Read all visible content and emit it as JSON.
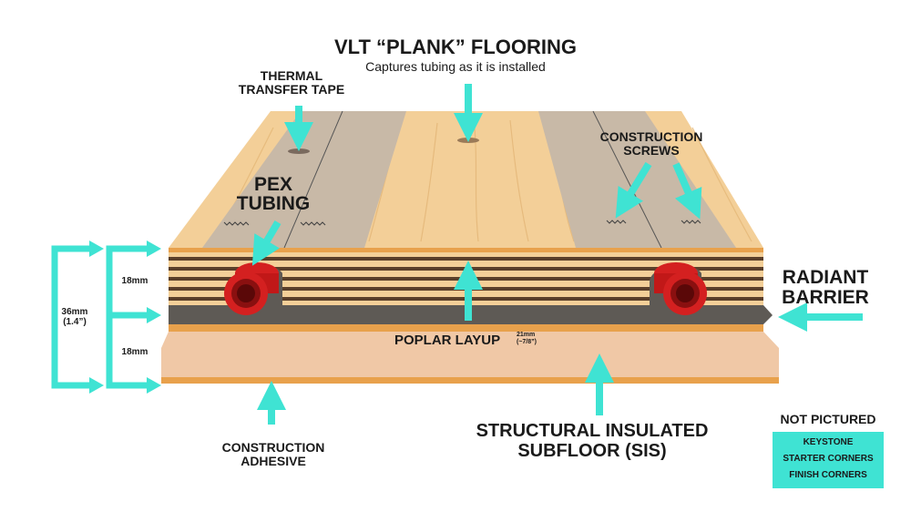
{
  "labels": {
    "title": "VLT “PLANK” FLOORING",
    "subtitle": "Captures tubing as it is installed",
    "thermal_tape": "THERMAL\nTRANSFER TAPE",
    "pex": "PEX\nTUBING",
    "screws": "CONSTRUCTION\nSCREWS",
    "radiant": "RADIANT\nBARRIER",
    "poplar": "POPLAR LAYUP",
    "poplar_size": "21mm\n(~7/8”)",
    "adhesive": "CONSTRUCTION\nADHESIVE",
    "sis": "STRUCTURAL INSULATED\nSUBFLOOR (SIS)",
    "dim_total": "36mm\n(1.4”)",
    "dim_top": "18mm",
    "dim_bottom": "18mm",
    "not_pictured_title": "NOT PICTURED",
    "not_pictured_items": [
      "KEYSTONE",
      "STARTER CORNERS",
      "FINISH CORNERS"
    ]
  },
  "colors": {
    "arrow": "#3fe3d3",
    "wood_light": "#f3cf98",
    "wood_stripe": "#e8a14c",
    "wood_dark": "#5a3f2a",
    "tape": "#c8b9a7",
    "barrier": "#5e5a55",
    "subfloor": "#f0c8a6",
    "pex_red": "#d42020"
  }
}
